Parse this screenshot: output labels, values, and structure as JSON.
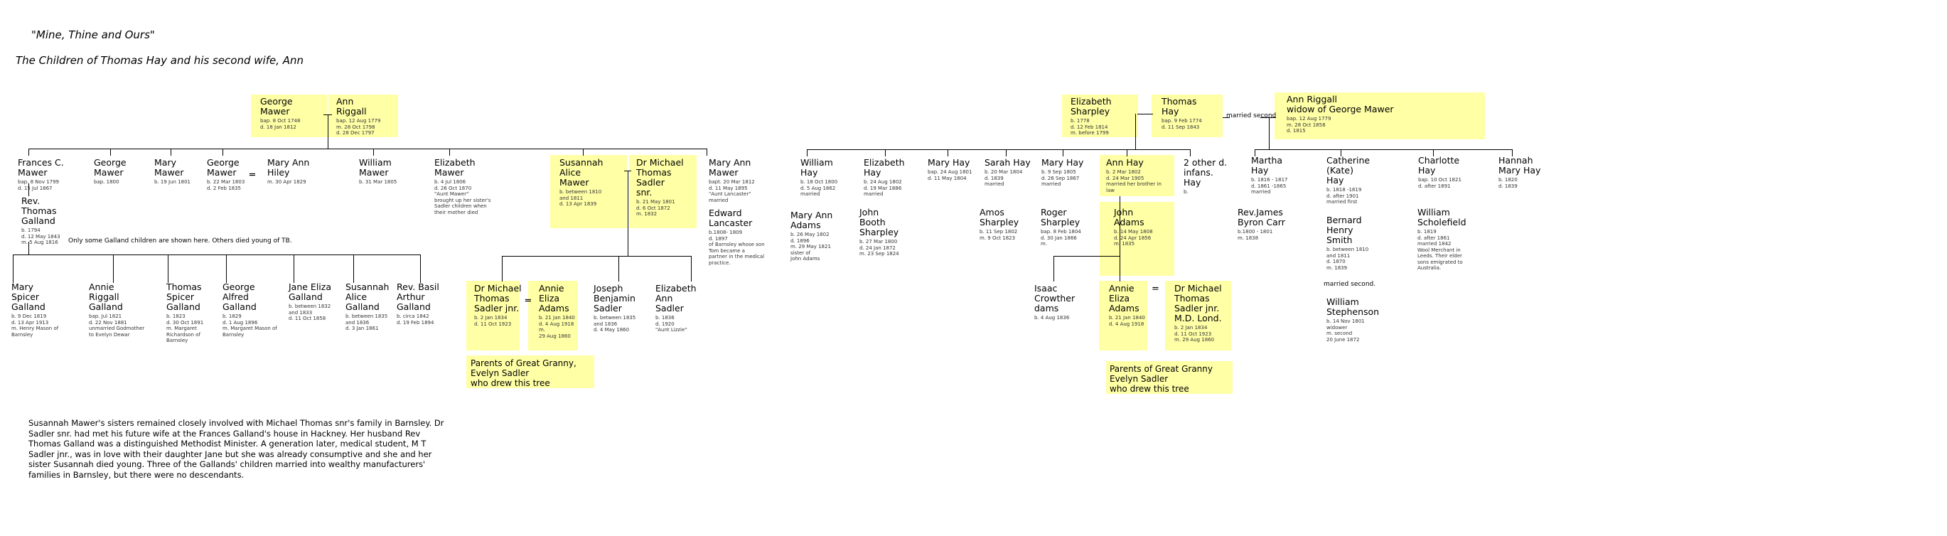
{
  "page": {
    "title1": "\"Mine, Thine and Ours\"",
    "title2": "The Children of Thomas Hay and his second wife, Ann"
  },
  "notes": {
    "galland": "Only some Galland children are shown here. Others died young of TB.",
    "married_second": "married second",
    "married_second2": "married second."
  },
  "paragraph": [
    "Susannah Mawer's sisters remained closely involved with Michael Thomas snr's family in Barnsley. Dr",
    "Sadler snr. had met his future wife at the Frances Galland's house in Hackney. Her husband Rev",
    "Thomas Galland was a distinguished Methodist Minister.    A generation later, medical student,   M T",
    "Sadler jnr., was in love with their daughter Jane but she was already consumptive and she and her",
    "sister Susannah died young.    Three of the Gallands' children married into wealthy manufacturers'",
    "families in Barnsley, but there were no descendants."
  ],
  "parents_box": {
    "l1": "Parents of Great Granny,",
    "l2": "Evelyn Sadler",
    "l3": "who drew this tree"
  },
  "parents_box2": {
    "l1": "Parents of Great Granny",
    "l2": "Evelyn Sadler",
    "l3": "who drew this tree"
  },
  "people": {
    "george_mawer": {
      "name": [
        "George",
        "Mawer"
      ],
      "info": [
        "bap. 8 Oct 1748",
        "d. 18 Jan 1812"
      ]
    },
    "ann_riggall": {
      "name": [
        "Ann",
        "Riggall"
      ],
      "info": [
        "bap. 12 Aug 1779",
        "m. 28 Oct 1798",
        "d. 28 Dec 1797"
      ]
    },
    "frances_mawer": {
      "name": [
        "Frances C.",
        "Mawer"
      ],
      "info": [
        "bap. 8 Nov 1799",
        "d. 15 Jul 1867"
      ]
    },
    "george_mawer2": {
      "name": [
        "George",
        "Mawer"
      ],
      "info": [
        "bap. 1800"
      ]
    },
    "mary_mawer": {
      "name": [
        "Mary",
        "Mawer"
      ],
      "info": [
        "b. 19 Jun 1801"
      ]
    },
    "george_mawer3": {
      "name": [
        "George",
        "Mawer"
      ],
      "info": [
        "b. 22 Mar 1803",
        "d. 2 Feb 1835"
      ]
    },
    "mary_ann_hiley": {
      "name": [
        "Mary Ann",
        "Hiley"
      ],
      "info": [
        "m. 30 Apr 1829"
      ]
    },
    "william_mawer": {
      "name": [
        "William",
        "Mawer"
      ],
      "info": [
        "b. 31 Mar 1805"
      ]
    },
    "elizabeth_mawer": {
      "name": [
        "Elizabeth",
        "Mawer"
      ],
      "info": [
        "b. 4 Jul 1806",
        "d. 26 Oct 1870",
        "\"Aunt Mawer\"",
        "brought up her sister's",
        "Sadler children when",
        "their mother died"
      ]
    },
    "susannah_mawer": {
      "name": [
        "Susannah",
        "Alice",
        "Mawer"
      ],
      "info": [
        "b. between 1810",
        "and 1811",
        "d. 13 Apr 1839"
      ]
    },
    "michael_sadler": {
      "name": [
        "Dr Michael",
        "Thomas",
        "Sadler",
        "snr."
      ],
      "info": [
        "b. 21 May 1801",
        "d. 6 Oct 1872",
        "m. 1832"
      ]
    },
    "mary_ann_mawer": {
      "name": [
        "Mary Ann",
        "Mawer"
      ],
      "info": [
        "bapt. 20 Mar 1812",
        "d. 11 May 1895",
        "\"Aunt Lancaster\"",
        "married"
      ]
    },
    "edward_lancaster": {
      "name": [
        "Edward",
        "Lancaster"
      ],
      "info": [
        "b.1808- 1809",
        "d. 1897",
        "of Barnsley whose son",
        "Tom became a",
        "partner in the medical",
        "practice."
      ]
    },
    "thomas_galland": {
      "name": [
        "Rev.",
        "Thomas",
        "Galland"
      ],
      "info": [
        "b. 1794",
        "d. 12 May 1843",
        "m. 5 Aug 1816"
      ]
    },
    "mary_galland": {
      "name": [
        "Mary",
        "Spicer",
        "Galland"
      ],
      "info": [
        "b. 9 Dec 1819",
        "d. 13 Apr 1913",
        "m. Henry Mason of",
        "Barnsley"
      ]
    },
    "annie_galland": {
      "name": [
        "Annie",
        "Riggall",
        "Galland"
      ],
      "info": [
        "bap. Jul 1821",
        "d. 22 Nov 1881",
        "unmarried Godmother",
        "to Evelyn Dewar"
      ]
    },
    "thomas_spicer_galland": {
      "name": [
        "Thomas",
        "Spicer",
        "Galland"
      ],
      "info": [
        "b. 1823",
        "d. 30 Oct 1891",
        "m. Margaret",
        "Richardson of",
        "Barnsley"
      ]
    },
    "george_galland": {
      "name": [
        "George",
        "Alfred",
        "Galland"
      ],
      "info": [
        "b. 1829",
        "d. 1 Aug 1896",
        "m. Margaret Mason of",
        "Barnsley"
      ]
    },
    "jane_galland": {
      "name": [
        "Jane Eliza",
        "Galland"
      ],
      "info": [
        "b. between 1832",
        "and 1833",
        "d. 11 Oct 1858"
      ]
    },
    "susannah_galland": {
      "name": [
        "Susannah",
        "Alice",
        "Galland"
      ],
      "info": [
        "b. between 1835",
        "and 1836",
        "d. 3 Jan 1861"
      ]
    },
    "basil_galland": {
      "name": [
        "Rev. Basil",
        "Arthur",
        "Galland"
      ],
      "info": [
        "b. circa 1842",
        "d. 19 Feb 1894"
      ]
    },
    "michael_jnr": {
      "name": [
        "Dr Michael",
        "Thomas",
        "Sadler jnr."
      ],
      "info": [
        "b. 2 Jan 1834",
        "d. 11 Oct 1923"
      ]
    },
    "annie_adams": {
      "name": [
        "Annie",
        "Eliza",
        "Adams"
      ],
      "info": [
        "b. 21 Jan 1840",
        "d. 4 Aug 1918",
        "m.",
        "29 Aug 1860"
      ]
    },
    "joseph_sadler": {
      "name": [
        "Joseph",
        "Benjamin",
        "Sadler"
      ],
      "info": [
        "b. between 1835",
        "and 1836",
        "d. 4 May 1860"
      ]
    },
    "elizabeth_sadler": {
      "name": [
        "Elizabeth",
        "Ann",
        "Sadler"
      ],
      "info": [
        "b. 1836",
        "d. 1920",
        "\"Aunt Lizzie\""
      ]
    },
    "elizabeth_sharpley": {
      "name": [
        "Elizabeth",
        "Sharpley"
      ],
      "info": [
        "b. 1778",
        "d. 12 Feb 1814",
        "m. before 1799"
      ]
    },
    "thomas_hay": {
      "name": [
        "Thomas",
        "Hay"
      ],
      "info": [
        "bap. 9 Feb 1774",
        "d. 11 Sep 1843"
      ]
    },
    "ann_riggall2": {
      "name": [
        "Ann Riggall",
        "widow of George Mawer"
      ],
      "info": [
        "bap. 12 Aug 1779",
        "m. 28 Oct 1858",
        "d. 1815"
      ]
    },
    "william_hay": {
      "name": [
        "William",
        "Hay"
      ],
      "info": [
        "b. 18 Oct 1800",
        "d. 5 Aug 1862",
        "married"
      ]
    },
    "elizabeth_hay": {
      "name": [
        "Elizabeth",
        "Hay"
      ],
      "info": [
        "b. 24 Aug 1802",
        "d. 19 Mar 1886",
        "married"
      ]
    },
    "mary_hay": {
      "name": [
        "Mary Hay"
      ],
      "info": [
        "bap. 24 Aug 1801",
        "d. 11 May 1804"
      ]
    },
    "sarah_hay": {
      "name": [
        "Sarah Hay"
      ],
      "info": [
        "b. 20 Mar 1804",
        "d. 1839",
        "married"
      ]
    },
    "mary_hay2": {
      "name": [
        "Mary Hay"
      ],
      "info": [
        "b. 9 Sep 1805",
        "d. 26 Sep 1867",
        "married"
      ]
    },
    "ann_hay": {
      "name": [
        "Ann Hay"
      ],
      "info": [
        "b. 2 Mar 1802",
        "d. 24 Mar 1905",
        "married her brother in",
        "law"
      ]
    },
    "other_infants": {
      "name": [
        "2 other d.",
        "infans.",
        "Hay"
      ],
      "info": [
        "b."
      ]
    },
    "martha_hay": {
      "name": [
        "Martha",
        "Hay"
      ],
      "info": [
        "b. 1816 - 1817",
        "d. 1861 -1865",
        "married"
      ]
    },
    "catherine_hay": {
      "name": [
        "Catherine",
        "(Kate)",
        "Hay"
      ],
      "info": [
        "b. 1818 -1819",
        "d. after 1901",
        "married first"
      ]
    },
    "charlotte_hay": {
      "name": [
        "Charlotte",
        "Hay"
      ],
      "info": [
        "bap. 10 Oct 1821",
        "d. after 1891"
      ]
    },
    "hannah_hay": {
      "name": [
        "Hannah",
        "Mary Hay"
      ],
      "info": [
        "b. 1820",
        "d. 1839"
      ]
    },
    "mary_ann_adams": {
      "name": [
        "Mary Ann",
        "Adams"
      ],
      "info": [
        "b. 26 May 1802",
        "d. 1896",
        "m. 29 May 1821",
        "sister of",
        "John Adams"
      ]
    },
    "john_sharpley": {
      "name": [
        "John",
        "Booth",
        "Sharpley"
      ],
      "info": [
        "b. 27 Mar 1800",
        "d. 24 Jan 1872",
        "m. 23 Sep 1824"
      ]
    },
    "amos_sharpley": {
      "name": [
        "Amos",
        "Sharpley"
      ],
      "info": [
        "b. 11 Sep 1802",
        "m. 9 Oct 1823"
      ]
    },
    "roger_sharpley": {
      "name": [
        "Roger",
        "Sharpley"
      ],
      "info": [
        "bap. 8 Feb 1804",
        "d. 30 Jan 1866",
        "m."
      ]
    },
    "john_adams": {
      "name": [
        "John",
        "Adams"
      ],
      "info": [
        "b. 14 May 1808",
        "d. 24 Apr 1856",
        "m. 1835"
      ]
    },
    "james_carr": {
      "name": [
        "Rev.James",
        "Byron Carr"
      ],
      "info": [
        "b.1800 - 1801",
        "m. 1838"
      ]
    },
    "bernard_smith": {
      "name": [
        "Bernard",
        "Henry",
        "Smith"
      ],
      "info": [
        "b. between 1810",
        "and 1811",
        "d. 1870",
        "m. 1839"
      ]
    },
    "william_scholefield": {
      "name": [
        "William",
        "Scholefield"
      ],
      "info": [
        "b. 1819",
        "d. after 1861",
        "married 1842",
        "Wool Merchant in",
        "Leeds. Their elder",
        "sons emigrated to",
        "Australia."
      ]
    },
    "william_stephenson": {
      "name": [
        "William",
        "Stephenson"
      ],
      "info": [
        "b. 14 Nov 1801",
        "widower",
        "m. second",
        "20 June 1872"
      ]
    },
    "isaac_dams": {
      "name": [
        "Isaac",
        "Crowther",
        "dams"
      ],
      "info": [
        "b. 4 Aug 1836"
      ]
    },
    "annie_adams2": {
      "name": [
        "Annie",
        "Eliza",
        "Adams"
      ],
      "info": [
        "b. 21 Jan 1840",
        "d. 4 Aug 1918"
      ]
    },
    "michael_md": {
      "name": [
        "Dr Michael",
        "Thomas",
        "Sadler jnr.",
        "M.D. Lond."
      ],
      "info": [
        "b. 2 Jan 1834",
        "d. 11 Oct 1923",
        "m. 29 Aug 1860"
      ]
    }
  }
}
